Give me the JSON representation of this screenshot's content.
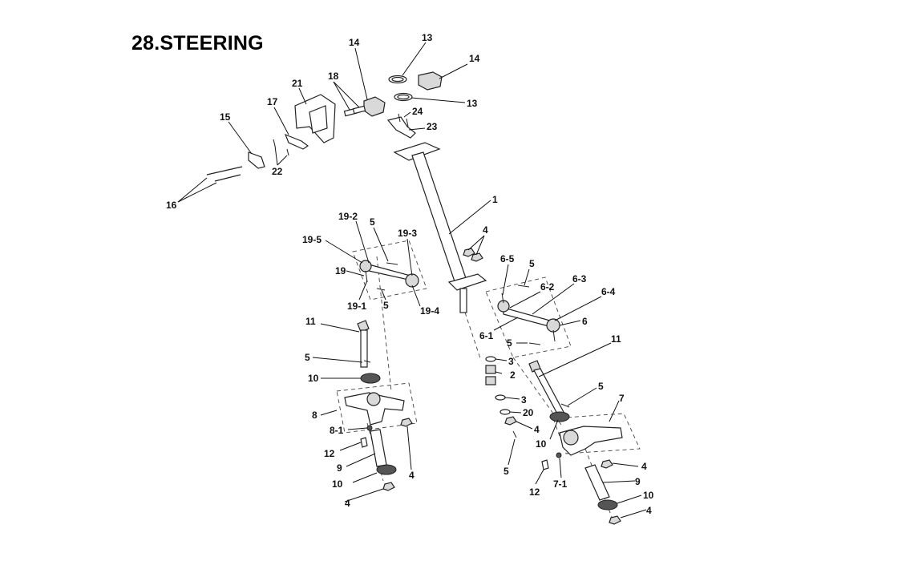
{
  "title": "28.STEERING",
  "callouts": [
    {
      "id": "c13a",
      "text": "13"
    },
    {
      "id": "c14a",
      "text": "14"
    },
    {
      "id": "c14b",
      "text": "14"
    },
    {
      "id": "c18",
      "text": "18"
    },
    {
      "id": "c13b",
      "text": "13"
    },
    {
      "id": "c21",
      "text": "21"
    },
    {
      "id": "c17",
      "text": "17"
    },
    {
      "id": "c24",
      "text": "24"
    },
    {
      "id": "c15",
      "text": "15"
    },
    {
      "id": "c23",
      "text": "23"
    },
    {
      "id": "c22",
      "text": "22"
    },
    {
      "id": "c16",
      "text": "16"
    },
    {
      "id": "c1",
      "text": "1"
    },
    {
      "id": "c19-2",
      "text": "19-2"
    },
    {
      "id": "c5a",
      "text": "5"
    },
    {
      "id": "c19-3",
      "text": "19-3"
    },
    {
      "id": "c4a",
      "text": "4"
    },
    {
      "id": "c19-5",
      "text": "19-5"
    },
    {
      "id": "c6-5",
      "text": "6-5"
    },
    {
      "id": "c5b",
      "text": "5"
    },
    {
      "id": "c19",
      "text": "19"
    },
    {
      "id": "c6-2",
      "text": "6-2"
    },
    {
      "id": "c6-3",
      "text": "6-3"
    },
    {
      "id": "c19-1",
      "text": "19-1"
    },
    {
      "id": "c5c",
      "text": "5"
    },
    {
      "id": "c6-4",
      "text": "6-4"
    },
    {
      "id": "c19-4",
      "text": "19-4"
    },
    {
      "id": "c6",
      "text": "6"
    },
    {
      "id": "c11a",
      "text": "11"
    },
    {
      "id": "c6-1",
      "text": "6-1"
    },
    {
      "id": "c11b",
      "text": "11"
    },
    {
      "id": "c5d",
      "text": "5"
    },
    {
      "id": "c5e",
      "text": "5"
    },
    {
      "id": "c3a",
      "text": "3"
    },
    {
      "id": "c10a",
      "text": "10"
    },
    {
      "id": "c2",
      "text": "2"
    },
    {
      "id": "c5f",
      "text": "5"
    },
    {
      "id": "c7",
      "text": "7"
    },
    {
      "id": "c3b",
      "text": "3"
    },
    {
      "id": "c8",
      "text": "8"
    },
    {
      "id": "c20",
      "text": "20"
    },
    {
      "id": "c8-1",
      "text": "8-1"
    },
    {
      "id": "c4b",
      "text": "4"
    },
    {
      "id": "c10b",
      "text": "10"
    },
    {
      "id": "c12a",
      "text": "12"
    },
    {
      "id": "c9a",
      "text": "9"
    },
    {
      "id": "c5g",
      "text": "5"
    },
    {
      "id": "c4c",
      "text": "4"
    },
    {
      "id": "c10c",
      "text": "10"
    },
    {
      "id": "c4d",
      "text": "4"
    },
    {
      "id": "c7-1",
      "text": "7-1"
    },
    {
      "id": "c9b",
      "text": "9"
    },
    {
      "id": "c12b",
      "text": "12"
    },
    {
      "id": "c4e",
      "text": "4"
    },
    {
      "id": "c10d",
      "text": "10"
    },
    {
      "id": "c4f",
      "text": "4"
    }
  ]
}
